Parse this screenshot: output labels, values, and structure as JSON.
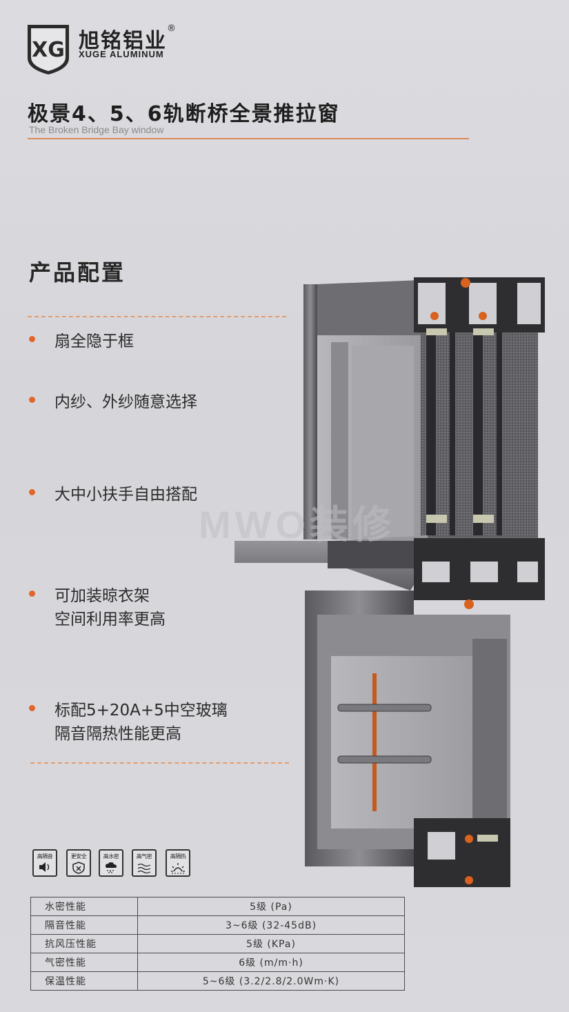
{
  "brand": {
    "logo_text": "XG",
    "name_cn": "旭铭铝业",
    "registered": "®",
    "name_en": "XUGE ALUMINUM"
  },
  "header": {
    "title_cn": "极景4、5、6轨断桥全景推拉窗",
    "title_en": "The Broken Bridge Bay window"
  },
  "section": {
    "title": "产品配置"
  },
  "features": [
    {
      "line1": "扇全隐于框",
      "line2": ""
    },
    {
      "line1": "内纱、外纱随意选择",
      "line2": ""
    },
    {
      "line1": "大中小扶手自由搭配",
      "line2": ""
    },
    {
      "line1": "可加装晾衣架",
      "line2": "空间利用率更高"
    },
    {
      "line1": "标配5+20A+5中空玻璃",
      "line2": "隔音隔热性能更高"
    }
  ],
  "watermark": "MWO装修",
  "icons": [
    {
      "label": "高隔音",
      "icon": "speaker-icon"
    },
    {
      "label": "更安全",
      "icon": "shield-icon"
    },
    {
      "label": "高水密",
      "icon": "rain-cloud-icon"
    },
    {
      "label": "高气密",
      "icon": "wind-icon"
    },
    {
      "label": "高隔热",
      "icon": "sun-icon"
    }
  ],
  "specs": [
    {
      "name": "水密性能",
      "value": "5级 (Pa)"
    },
    {
      "name": "隔音性能",
      "value": "3~6级 (32-45dB)"
    },
    {
      "name": "抗风压性能",
      "value": "5级 (KPa)"
    },
    {
      "name": "气密性能",
      "value": "6级 (m/m·h)"
    },
    {
      "name": "保温性能",
      "value": "5~6级 (3.2/2.8/2.0Wm·K)"
    }
  ],
  "colors": {
    "accent": "#e0662a",
    "dash": "#e49a6b",
    "frame_dark": "#3a3a3c",
    "thermal_break": "#d8621e"
  }
}
